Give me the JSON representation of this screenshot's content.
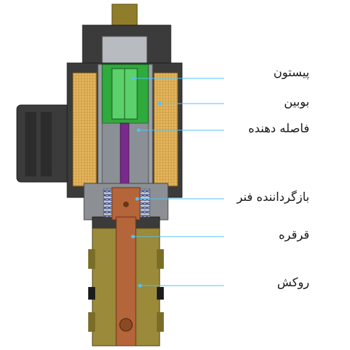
{
  "labels": [
    {
      "id": "piston",
      "text": "پیستون"
    },
    {
      "id": "coil",
      "text": "بوبین"
    },
    {
      "id": "spacer",
      "text": "فاصله دهنده"
    },
    {
      "id": "return-spring",
      "text": "بازگرداننده فنر"
    },
    {
      "id": "spool",
      "text": "قرقره"
    },
    {
      "id": "sleeve",
      "text": "روکش"
    }
  ],
  "colors": {
    "leader_line": "#4fc3f7",
    "body_dark": "#3a3a3a",
    "body_gray": "#8c8f94",
    "coil_fill": "#d9a441",
    "piston_green": "#2faa3c",
    "spacer_purple": "#7a2a8c",
    "spool_copper": "#b5653a",
    "sleeve_olive": "#9a8a3a",
    "spring_blue": "#1f3a8a",
    "stem_olive": "#8f7d2c"
  }
}
